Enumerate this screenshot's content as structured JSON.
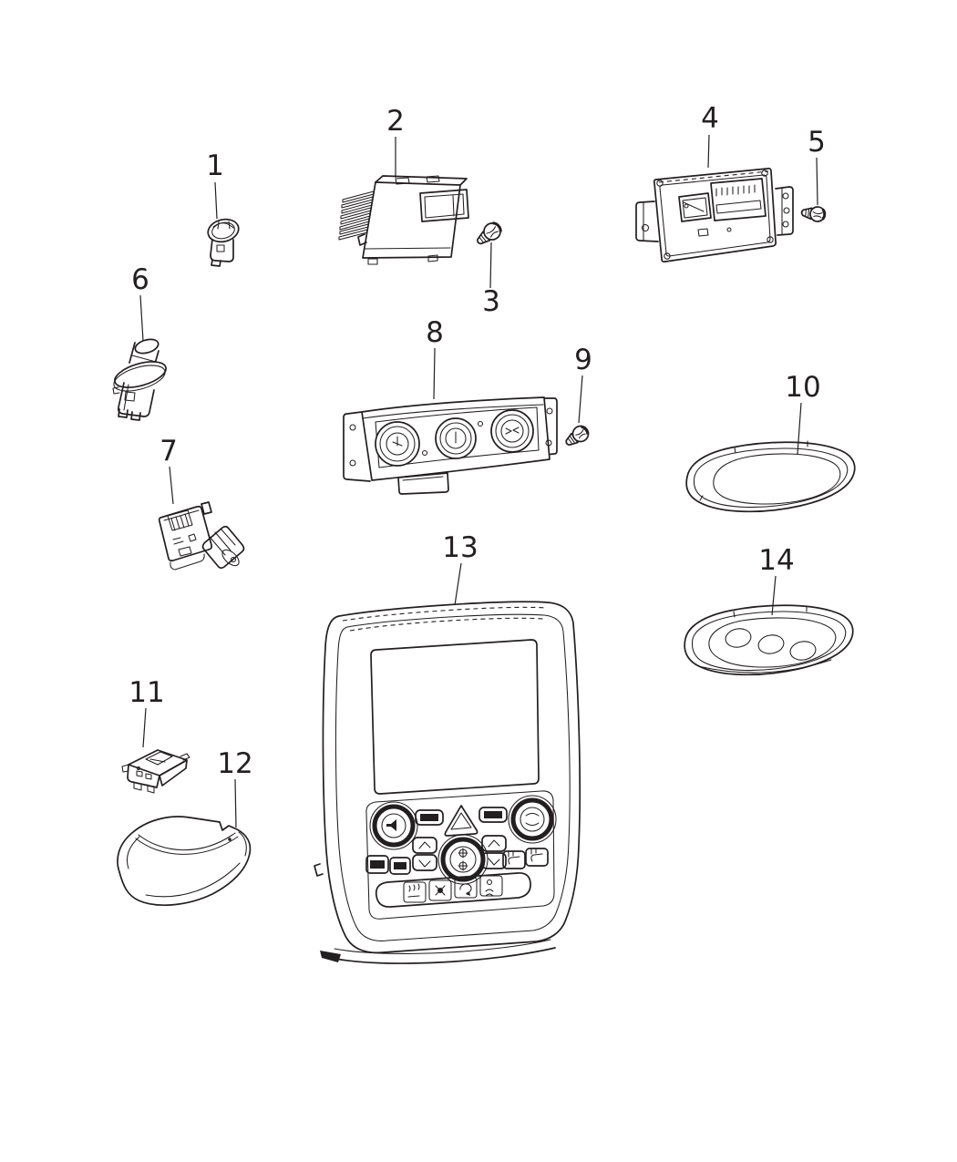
{
  "diagram": {
    "background_color": "#ffffff",
    "line_color": "#231f20",
    "callouts": [
      {
        "label": "1",
        "part": "push-button-switch"
      },
      {
        "label": "2",
        "part": "resistor-module"
      },
      {
        "label": "3",
        "part": "screw"
      },
      {
        "label": "4",
        "part": "electronic-control-module"
      },
      {
        "label": "5",
        "part": "screw"
      },
      {
        "label": "6",
        "part": "socket-sensor"
      },
      {
        "label": "7",
        "part": "switch-with-connector"
      },
      {
        "label": "8",
        "part": "three-knob-ac-heater-control"
      },
      {
        "label": "9",
        "part": "screw"
      },
      {
        "label": "10",
        "part": "overhead-console-bezel"
      },
      {
        "label": "11",
        "part": "sensor-module"
      },
      {
        "label": "12",
        "part": "console-cover"
      },
      {
        "label": "13",
        "part": "center-stack-media-control-panel"
      },
      {
        "label": "14",
        "part": "overhead-switch-pod-bezel"
      }
    ]
  }
}
